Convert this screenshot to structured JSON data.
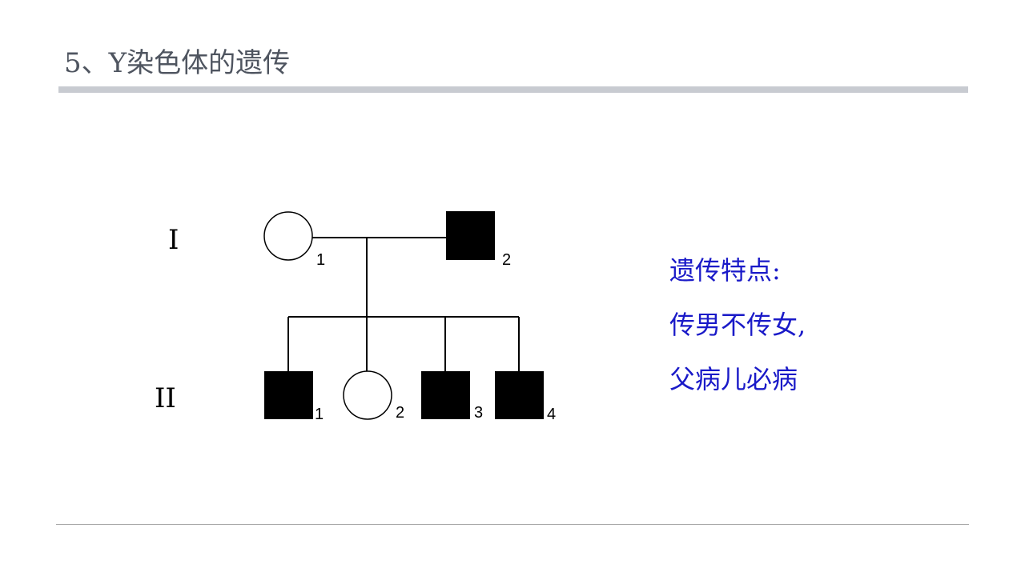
{
  "slide": {
    "title": "5、Y染色体的遗传"
  },
  "pedigree": {
    "generations": [
      {
        "label": "I",
        "individuals": [
          {
            "number": "1",
            "sex": "female",
            "affected": false
          },
          {
            "number": "2",
            "sex": "male",
            "affected": true
          }
        ]
      },
      {
        "label": "II",
        "individuals": [
          {
            "number": "1",
            "sex": "male",
            "affected": true
          },
          {
            "number": "2",
            "sex": "female",
            "affected": false
          },
          {
            "number": "3",
            "sex": "male",
            "affected": true
          },
          {
            "number": "4",
            "sex": "male",
            "affected": true
          }
        ]
      }
    ]
  },
  "features": {
    "heading": "遗传特点:",
    "line1": "传男不传女,",
    "line2": "父病儿必病"
  },
  "colors": {
    "title_text": "#4f5560",
    "title_bar": "#c8cbd1",
    "feature_text": "#1a1ac8",
    "affected_fill": "#000000"
  }
}
